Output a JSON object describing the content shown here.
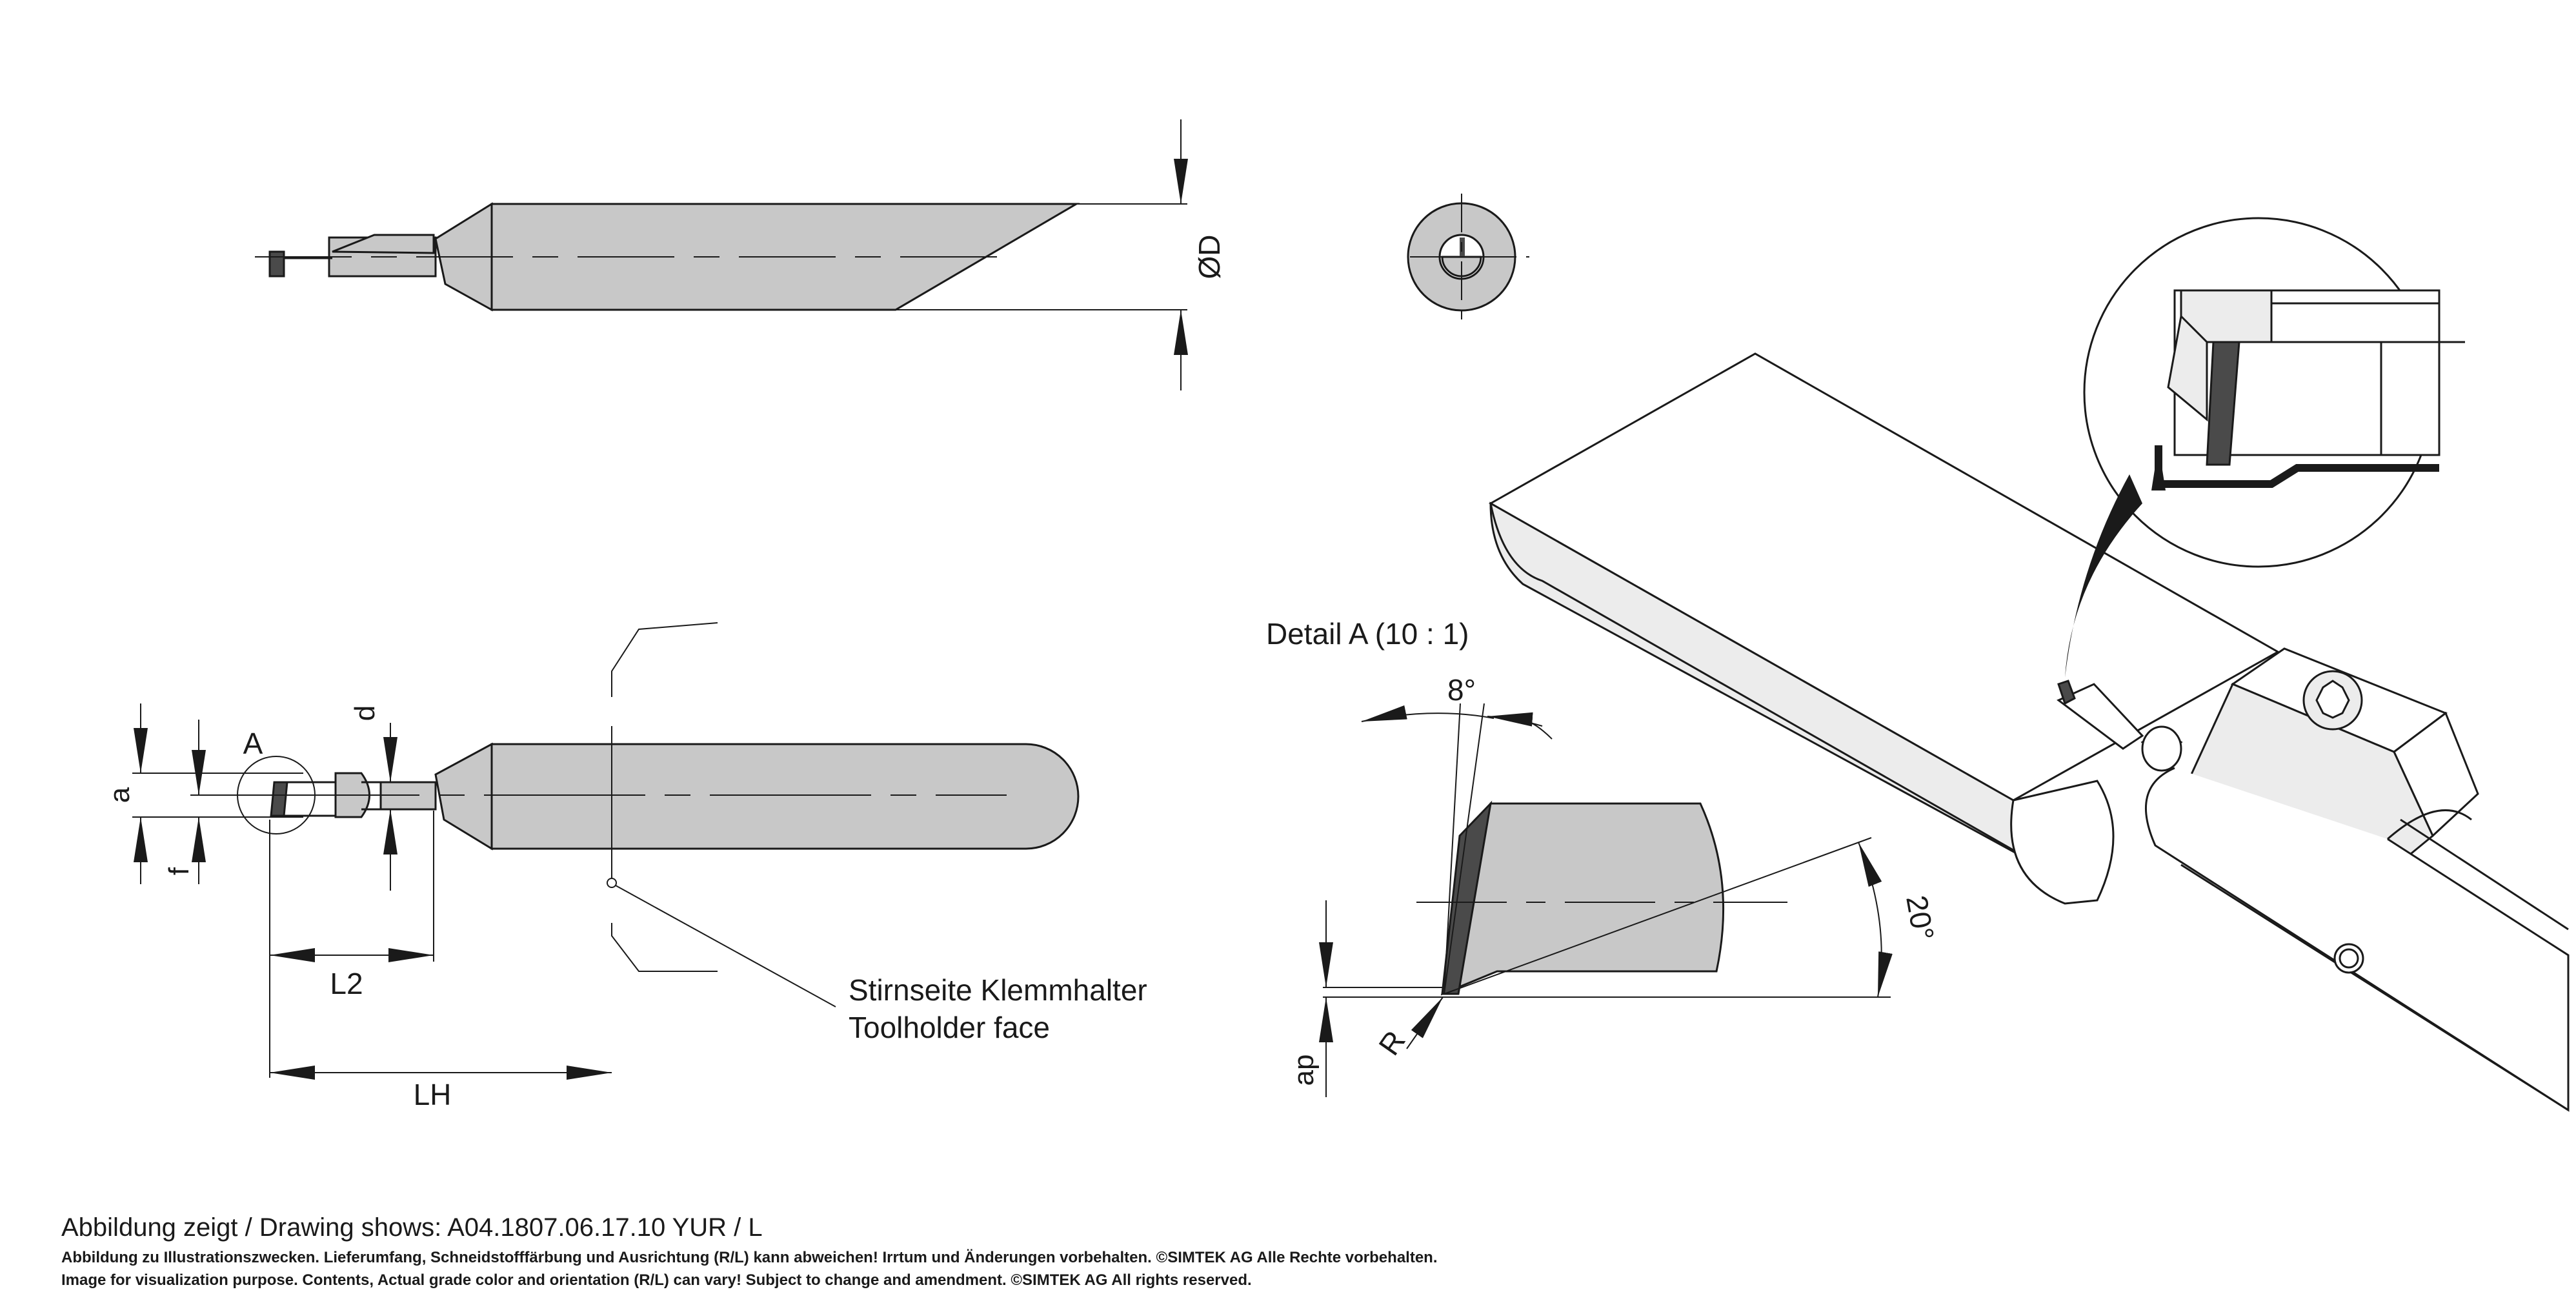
{
  "labels": {
    "diameter": "ØD",
    "detail_ref": "A",
    "dim_d": "d",
    "dim_a": "a",
    "dim_f": "f",
    "dim_L2": "L2",
    "dim_LH": "LH",
    "toolholder_de": "Stirnseite Klemmhalter",
    "toolholder_en": "Toolholder face",
    "detail_title": "Detail A (10 : 1)",
    "angle_8": "8°",
    "angle_20": "20°",
    "radius": "R",
    "ap": "ap"
  },
  "footer": {
    "line1": "Abbildung zeigt / Drawing shows: A04.1807.06.17.10 YUR / L",
    "line2": "Abbildung zu Illustrationszwecken. Lieferumfang, Schneidstofffärbung und Ausrichtung (R/L) kann abweichen! Irrtum und Änderungen vorbehalten. ©SIMTEK AG Alle Rechte vorbehalten.",
    "line3": "Image for visualization purpose. Contents, Actual grade color and orientation (R/L) can vary! Subject to change and amendment. ©SIMTEK AG All rights reserved."
  },
  "colors": {
    "body_fill": "#c8c8c8",
    "insert_dark": "#4a4a4a",
    "line": "#1a1a1a"
  }
}
